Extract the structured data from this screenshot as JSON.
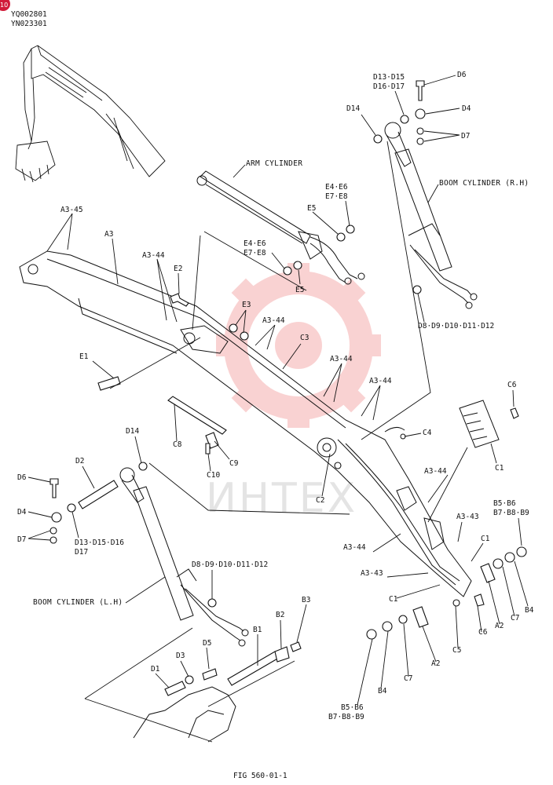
{
  "header": {
    "badge": "10",
    "codes": [
      "YQ002801",
      "YN023301"
    ]
  },
  "watermark": {
    "text": "ИНТЕХ",
    "color": "#f08080"
  },
  "figure_caption": "FIG 560-01-1",
  "titles": {
    "arm_cylinder": "ARM CYLINDER",
    "boom_cylinder_rh": "BOOM CYLINDER (R.H)",
    "boom_cylinder_lh": "BOOM CYLINDER (L.H)"
  },
  "labels": {
    "a3_45": "A3-45",
    "a3": "A3",
    "a3_44_top": "A3-44",
    "e2": "E2",
    "e3": "E3",
    "e1": "E1",
    "a3_44_mid": "A3-44",
    "c3": "C3",
    "a3_44_r1": "A3-44",
    "a3_44_r2": "A3-44",
    "e4e6_a": "E4·E6",
    "e7e8_a": "E7·E8",
    "e5_a": "E5",
    "e4e6_b": "E4·E6",
    "e7e8_b": "E7·E8",
    "e5_b": "E5",
    "d13d15_top": "D13·D15",
    "d16d17_top": "D16·D17",
    "d6_top": "D6",
    "d4_top": "D4",
    "d14_top": "D14",
    "d7_top": "D7",
    "d8_d12_top": "D8·D9·D10·D11·D12",
    "c6_top": "C6",
    "c1_top": "C1",
    "c4": "C4",
    "c8": "C8",
    "c9": "C9",
    "c10": "C10",
    "c2": "C2",
    "a3_44_low1": "A3-44",
    "a3_43_a": "A3-43",
    "c1_mid": "C1",
    "a3_44_low2": "A3-44",
    "a3_43_b": "A3-43",
    "c1_low": "C1",
    "b5b6_a": "B5·B6",
    "b7b9_a": "B7·B8·B9",
    "b4_a": "B4",
    "c7_a": "C7",
    "a2_a": "A2",
    "c6_low": "C6",
    "c5": "C5",
    "a2_b": "A2",
    "c7_b": "C7",
    "b4_b": "B4",
    "b5b6_b": "B5·B6",
    "b7b9_b": "B7·B8·B9",
    "d14_low": "D14",
    "d2": "D2",
    "d6_low": "D6",
    "d4_low": "D4",
    "d7_low": "D7",
    "d13d16_low": "D13·D15·D16",
    "d17_low": "D17",
    "d8_d12_low": "D8·D9·D10·D11·D12",
    "b1": "B1",
    "b2": "B2",
    "b3": "B3",
    "d5": "D5",
    "d3": "D3",
    "d1": "D1"
  }
}
